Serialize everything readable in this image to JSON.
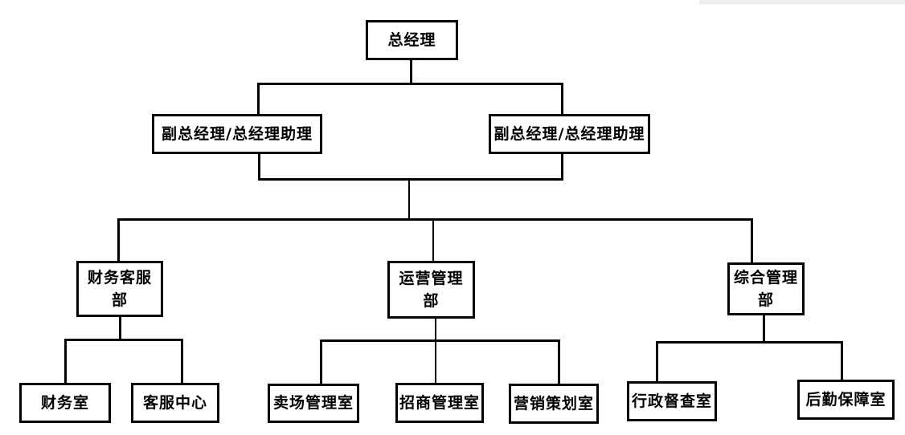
{
  "org": {
    "root": {
      "label": "总经理"
    },
    "deputies": [
      {
        "label": "副总经理/总经理助理"
      },
      {
        "label": "副总经理/总经理助理"
      }
    ],
    "departments": [
      {
        "label_line1": "财务客服",
        "label_line2": "部",
        "offices": [
          {
            "label": "财务室"
          },
          {
            "label": "客服中心"
          }
        ]
      },
      {
        "label_line1": "运营管理",
        "label_line2": "部",
        "offices": [
          {
            "label": "卖场管理室"
          },
          {
            "label": "招商管理室"
          },
          {
            "label": "营销策划室"
          }
        ]
      },
      {
        "label_line1": "综合管理",
        "label_line2": "部",
        "offices": [
          {
            "label": "行政督查室"
          },
          {
            "label": "后勤保障室"
          }
        ]
      }
    ]
  },
  "colors": {
    "background": "#ffffff",
    "line": "#000000",
    "box_border": "#000000",
    "edge_strip": "#efefef"
  }
}
